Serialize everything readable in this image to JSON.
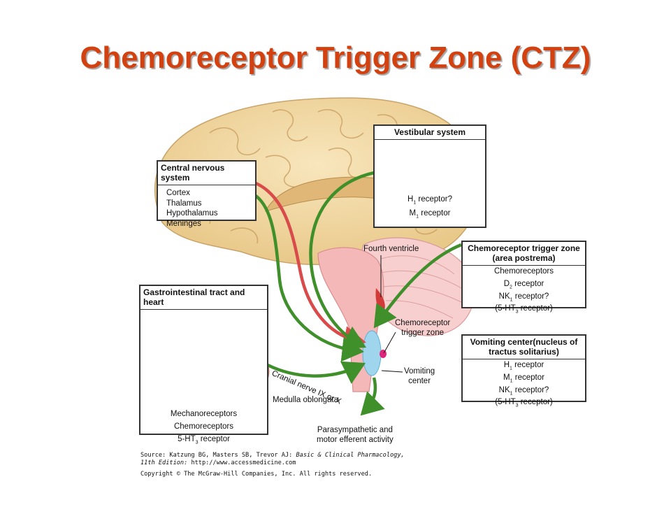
{
  "title": "Chemoreceptor Trigger Zone (CTZ)",
  "colors": {
    "title": "#d2410f",
    "green_arrow": "#3f8f2b",
    "red_arrow": "#d94b4b",
    "brain": "#f3d9a4",
    "brainstem": "#f5b8b8",
    "ctz_spot": "#e0247a",
    "vomiting_center": "#9fd6ee"
  },
  "boxes": {
    "cns": {
      "heading": "Central nervous system",
      "items": [
        "Cortex",
        "Thalamus",
        "Hypothalamus",
        "Meninges"
      ]
    },
    "vestibular": {
      "heading": "Vestibular system",
      "items": [
        {
          "pre": "H",
          "sub": "1",
          "post": " receptor?"
        },
        {
          "pre": "M",
          "sub": "1",
          "post": " receptor"
        }
      ]
    },
    "ctz": {
      "heading_line1": "Chemoreceptor trigger zone",
      "heading_line2": "(area postrema)",
      "items": [
        {
          "pre": "Chemoreceptors",
          "sub": "",
          "post": ""
        },
        {
          "pre": "D",
          "sub": "2",
          "post": " receptor"
        },
        {
          "pre": "NK",
          "sub": "1",
          "post": " receptor?"
        },
        {
          "pre": "(5-HT",
          "sub": "3",
          "post": " receptor)"
        }
      ]
    },
    "vomiting": {
      "heading_line1": "Vomiting center(nucleus of",
      "heading_line2": "tractus solitarius)",
      "items": [
        {
          "pre": "H",
          "sub": "1",
          "post": " receptor"
        },
        {
          "pre": "M",
          "sub": "1",
          "post": " receptor"
        },
        {
          "pre": "NK",
          "sub": "1",
          "post": " receptor?"
        },
        {
          "pre": "(5-HT",
          "sub": "3",
          "post": " receptor)"
        }
      ]
    },
    "gi": {
      "heading": "Gastrointestinal tract and heart",
      "items": [
        {
          "pre": "Mechanoreceptors",
          "sub": "",
          "post": ""
        },
        {
          "pre": "Chemoreceptors",
          "sub": "",
          "post": ""
        },
        {
          "pre": "5-HT",
          "sub": "3",
          "post": " receptor"
        }
      ]
    }
  },
  "labels": {
    "fourth_ventricle": "Fourth ventricle",
    "ctz_line1": "Chemoreceptor",
    "ctz_line2": "trigger zone",
    "vomiting_line1": "Vomiting",
    "vomiting_line2": "center",
    "cranial_nerve": "Cranial nerve IX or X",
    "medulla": "Medulla oblongata",
    "parasympathetic_line1": "Parasympathetic and",
    "parasympathetic_line2": "motor efferent activity"
  },
  "source": {
    "line1_prefix": "Source: Katzung BG, Masters SB, Trevor AJ: ",
    "line1_italic": "Basic & Clinical Pharmacology,",
    "line2_italic": "11th Edition:",
    "line2_suffix": " http://www.accessmedicine.com",
    "copyright": "Copyright © The McGraw-Hill Companies, Inc. All rights reserved."
  }
}
